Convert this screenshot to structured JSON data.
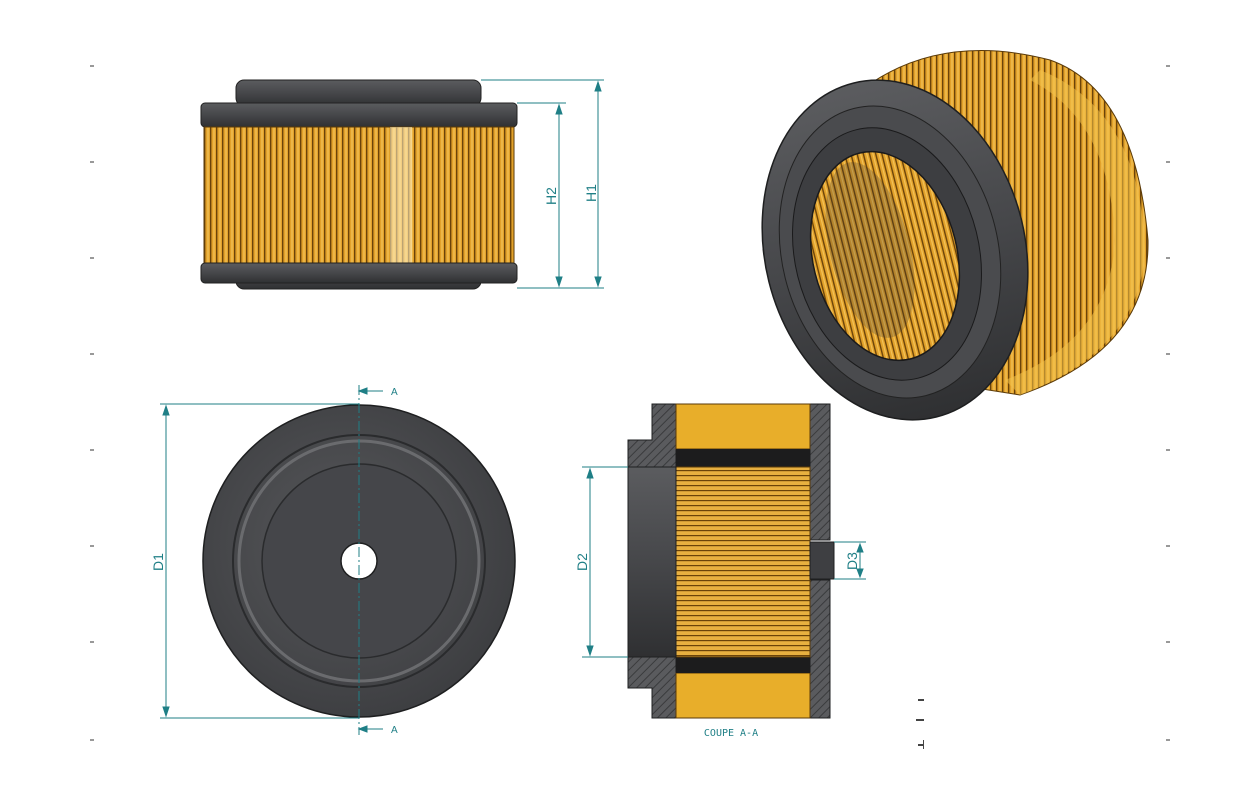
{
  "dimensions": {
    "h1": "H1",
    "h2": "H2",
    "d1": "D1",
    "d2": "D2",
    "d3": "D3"
  },
  "section": {
    "marker_top": "A",
    "marker_bottom": "A",
    "caption": "COUPE A-A"
  },
  "colors": {
    "rubber": "#4a4b4e",
    "rubber_dark": "#2e2f31",
    "paper": "#e8a92a",
    "paper_dark": "#8a5a10",
    "dimension": "#1f7f86"
  }
}
